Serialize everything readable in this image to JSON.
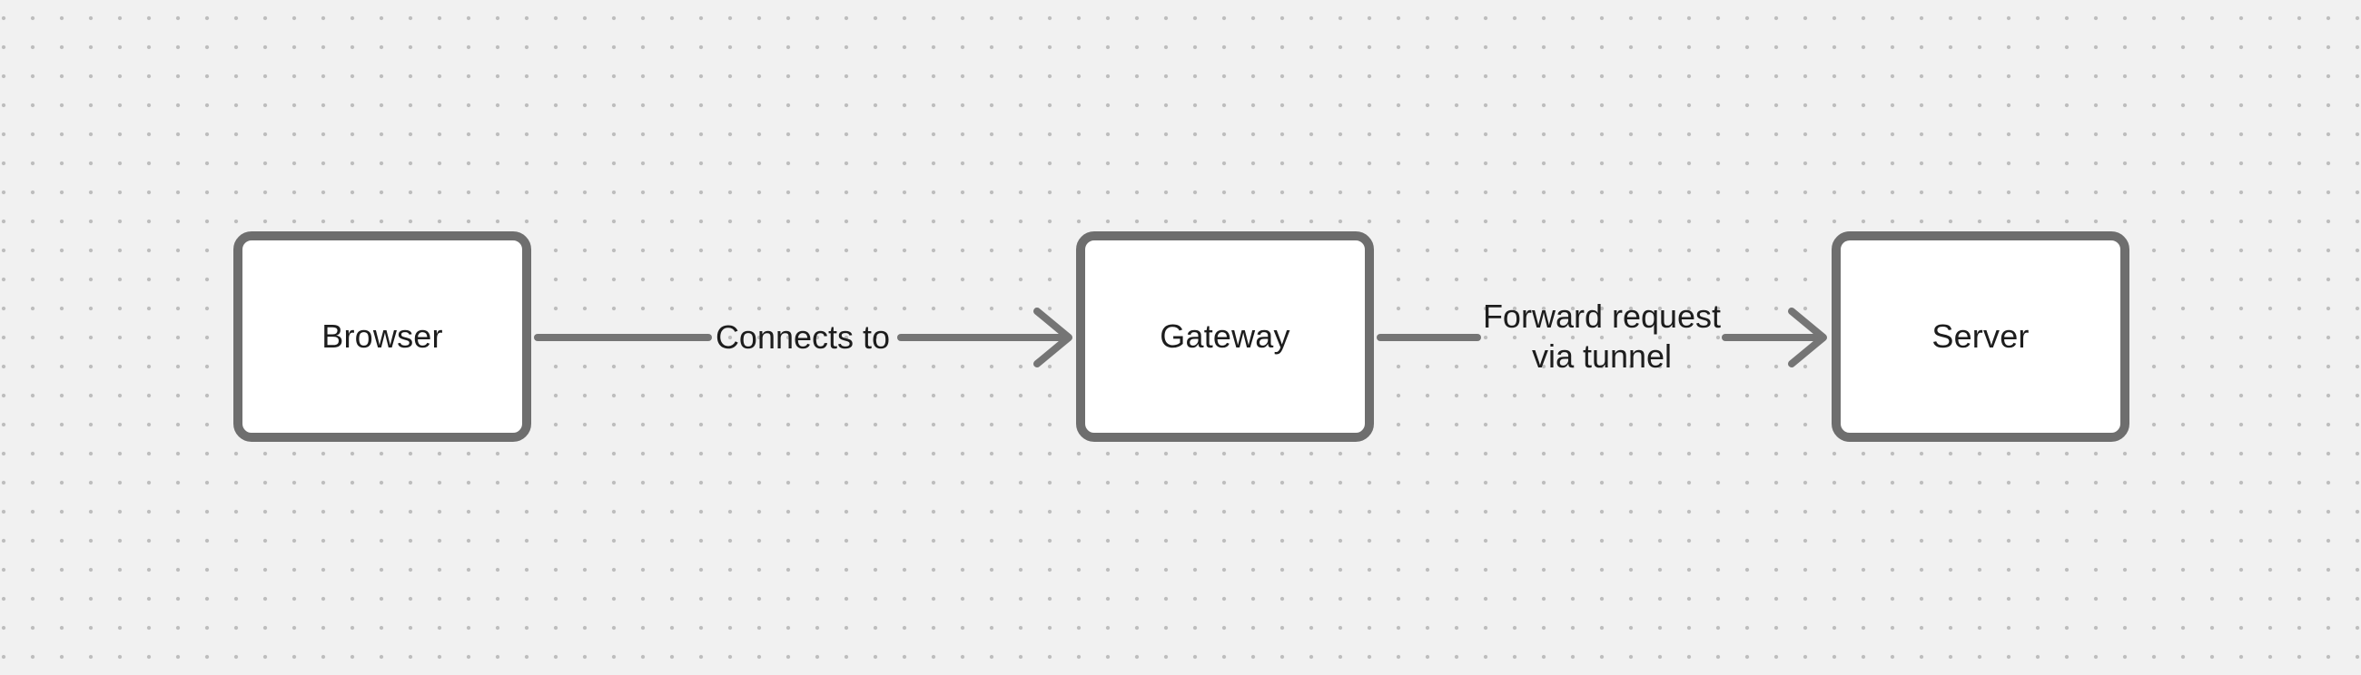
{
  "style": {
    "canvas_bg": "#f1f1f1",
    "dot_color": "#bdbdbd",
    "node_fill": "#ffffff",
    "node_border": "#6e6e6e",
    "arrow_color": "#757575",
    "text_color": "#1d1d1d"
  },
  "diagram": {
    "nodes": [
      {
        "id": "browser",
        "label": "Browser"
      },
      {
        "id": "gateway",
        "label": "Gateway"
      },
      {
        "id": "server",
        "label": "Server"
      }
    ],
    "edges": [
      {
        "from": "Browser",
        "to": "Gateway",
        "label": "Connects to"
      },
      {
        "from": "Gateway",
        "to": "Server",
        "label": "Forward request via tunnel",
        "label_lines": [
          "Forward request",
          "via tunnel"
        ]
      }
    ]
  }
}
